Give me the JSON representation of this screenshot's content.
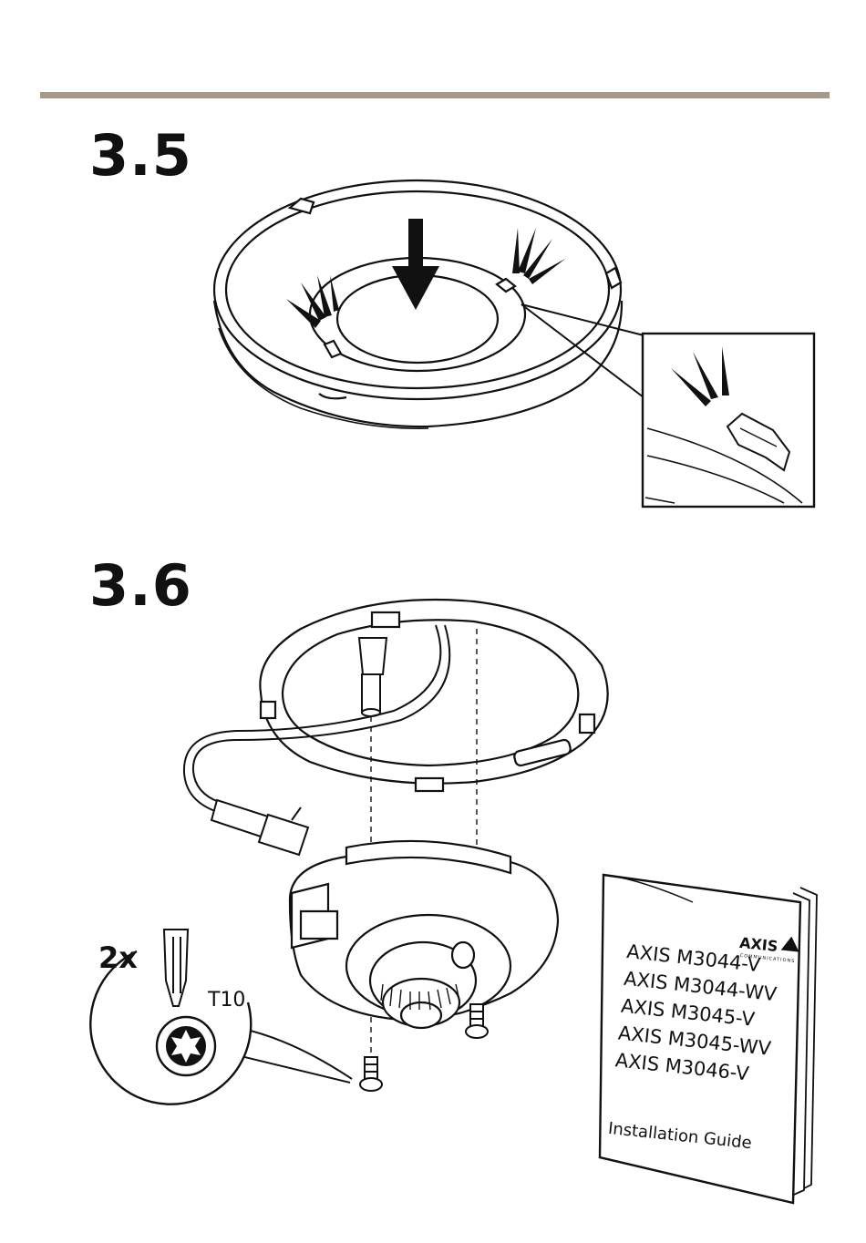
{
  "steps": [
    {
      "number": "3.5"
    },
    {
      "number": "3.6"
    }
  ],
  "tool": {
    "quantity": "2x",
    "bit": "T10"
  },
  "guide": {
    "logo": "AXIS",
    "logo_sub": "COMMUNICATIONS",
    "models": [
      "AXIS M3044-V",
      "AXIS M3044-WV",
      "AXIS M3045-V",
      "AXIS M3045-WV",
      "AXIS M3046-V"
    ],
    "title": "Installation Guide"
  },
  "colors": {
    "rule": "#a89888",
    "ink": "#111111"
  }
}
